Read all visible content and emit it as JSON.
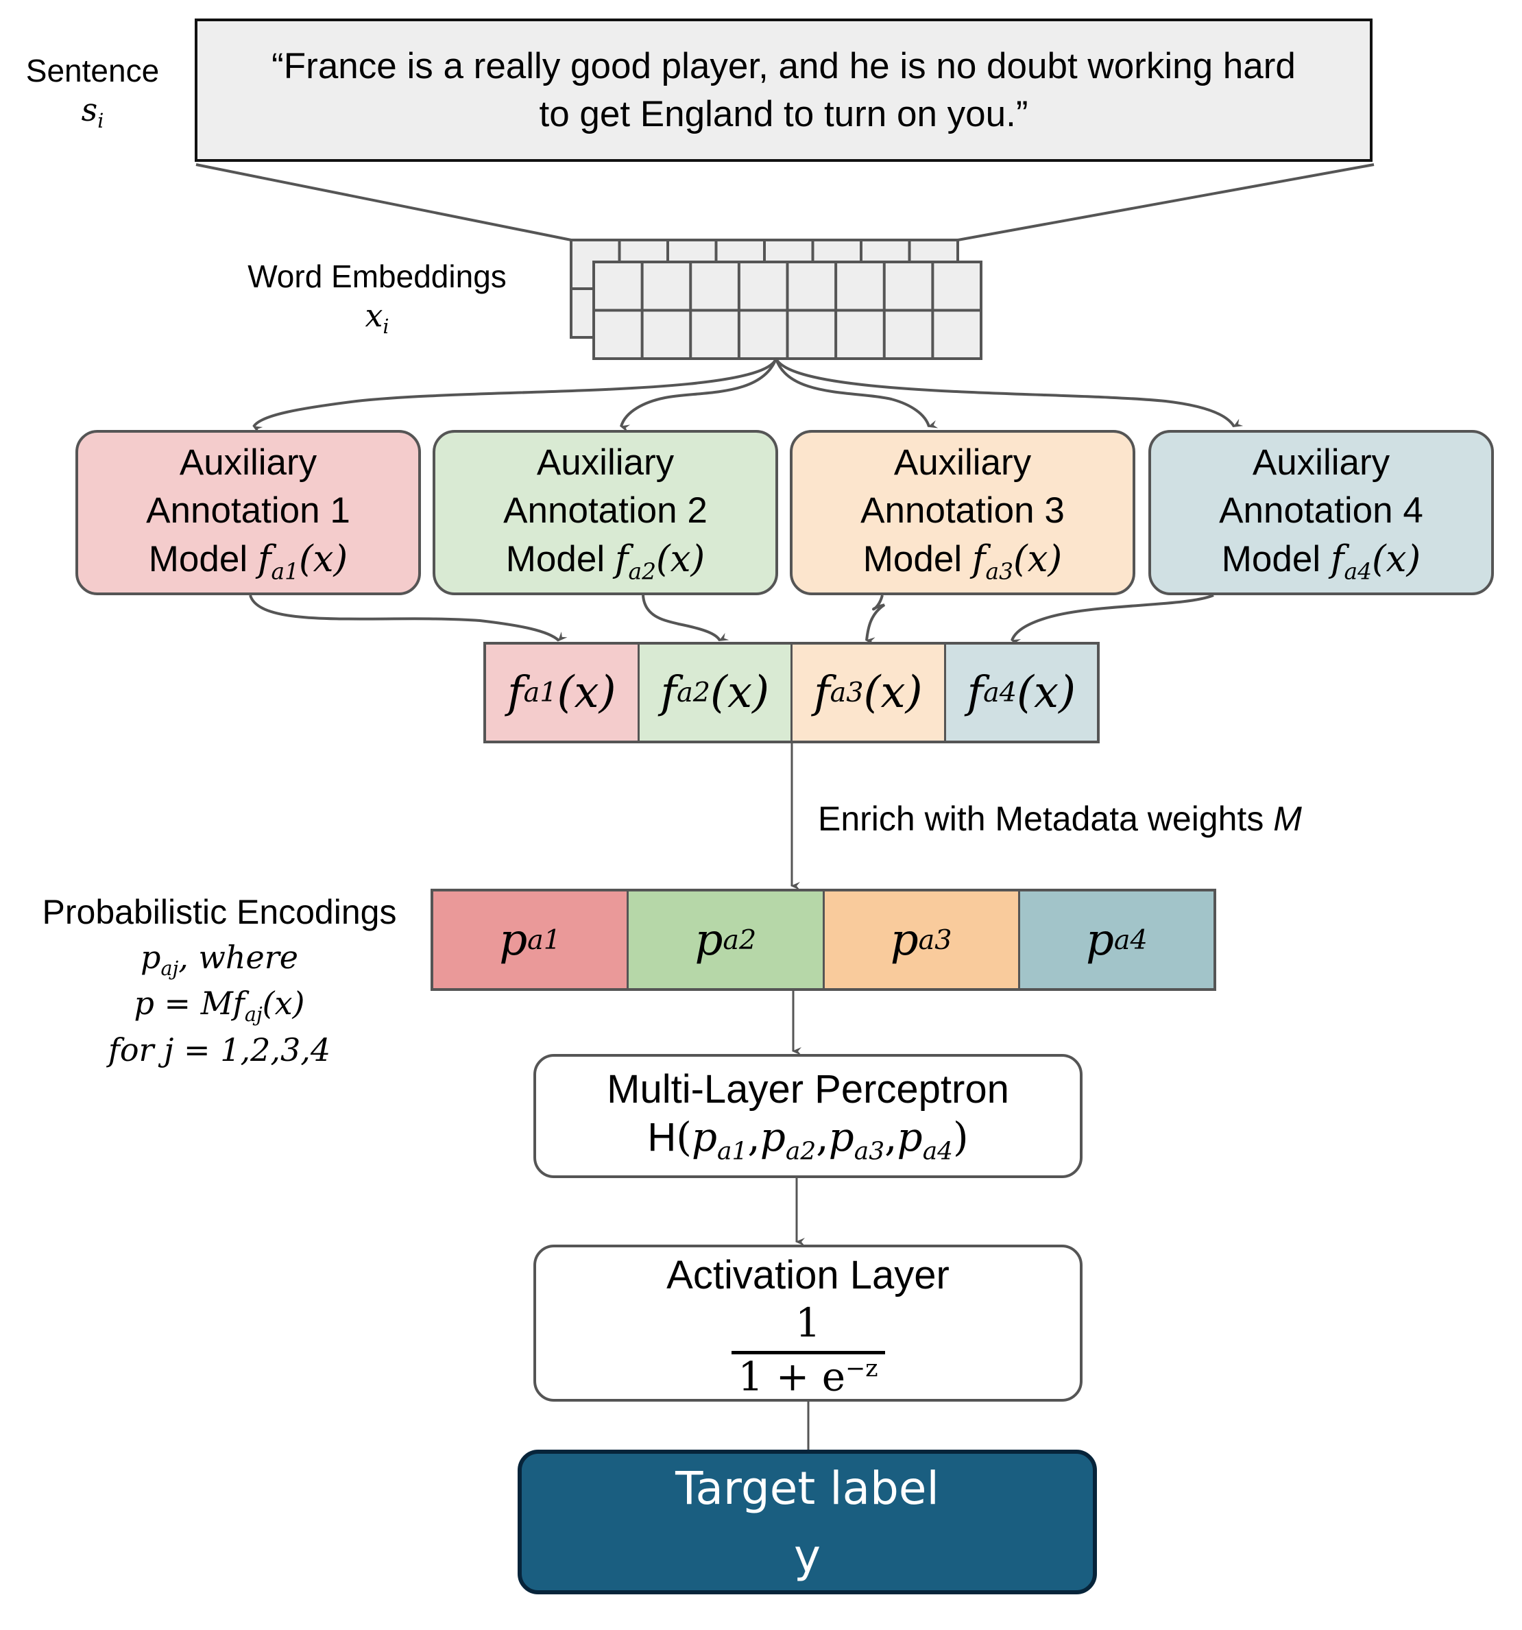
{
  "sentence": {
    "label": "Sentence",
    "symbol": "s",
    "symbol_sub": "i",
    "text_line1": "“France is a really good player, and he is no doubt working hard",
    "text_line2": "to get England to turn on you.”"
  },
  "embeddings": {
    "label": "Word Embeddings",
    "symbol": "x",
    "symbol_sub": "i",
    "grid_columns": 8,
    "grid_rows": 2,
    "fill": "#eeeeee"
  },
  "aux_models": [
    {
      "line1": "Auxiliary",
      "line2": "Annotation 1",
      "line3": "Model",
      "fn": "f",
      "sub": "a1",
      "arg": "(x)",
      "color": "#f4cccc"
    },
    {
      "line1": "Auxiliary",
      "line2": "Annotation 2",
      "line3": "Model",
      "fn": "f",
      "sub": "a2",
      "arg": "(x)",
      "color": "#d9ead3"
    },
    {
      "line1": "Auxiliary",
      "line2": "Annotation 3",
      "line3": "Model",
      "fn": "f",
      "sub": "a3",
      "arg": "(x)",
      "color": "#fce5cd"
    },
    {
      "line1": "Auxiliary",
      "line2": "Annotation 4",
      "line3": "Model",
      "fn": "f",
      "sub": "a4",
      "arg": "(x)",
      "color": "#d0e0e3"
    }
  ],
  "f_vector": [
    {
      "fn": "f",
      "sub": "a1",
      "arg": "(x)",
      "color": "#f4cccc"
    },
    {
      "fn": "f",
      "sub": "a2",
      "arg": "(x)",
      "color": "#d9ead3"
    },
    {
      "fn": "f",
      "sub": "a3",
      "arg": "(x)",
      "color": "#fce5cd"
    },
    {
      "fn": "f",
      "sub": "a4",
      "arg": "(x)",
      "color": "#d0e0e3"
    }
  ],
  "enrich": {
    "text": "Enrich with Metadata weights ",
    "symbol": "M"
  },
  "prob_encodings": {
    "label": "Probabilistic Encodings",
    "line2_sym": "p",
    "line2_sub": "aj",
    "line2_rest": ", where",
    "line3_pre": "p = Mf",
    "line3_sub": "aj",
    "line3_post": "(x)",
    "line4": "for j = 1,2,3,4"
  },
  "p_vector": [
    {
      "sym": "p",
      "sub": "a1",
      "color": "#ea9999"
    },
    {
      "sym": "p",
      "sub": "a2",
      "color": "#b6d7a8"
    },
    {
      "sym": "p",
      "sub": "a3",
      "color": "#f9cb9c"
    },
    {
      "sym": "p",
      "sub": "a4",
      "color": "#a2c4c9"
    }
  ],
  "mlp": {
    "title": "Multi-Layer Perceptron",
    "fn": "H",
    "args": [
      {
        "sym": "p",
        "sub": "a1"
      },
      {
        "sym": "p",
        "sub": "a2"
      },
      {
        "sym": "p",
        "sub": "a3"
      },
      {
        "sym": "p",
        "sub": "a4"
      }
    ]
  },
  "activation": {
    "title": "Activation Layer",
    "numerator": "1",
    "denominator": "1 + e",
    "exponent": "−z"
  },
  "target": {
    "line1": "Target label",
    "line2": "y",
    "color": "#1a5e80"
  },
  "colors": {
    "stroke": "#555555",
    "sentence_fill": "#eeeeee"
  }
}
